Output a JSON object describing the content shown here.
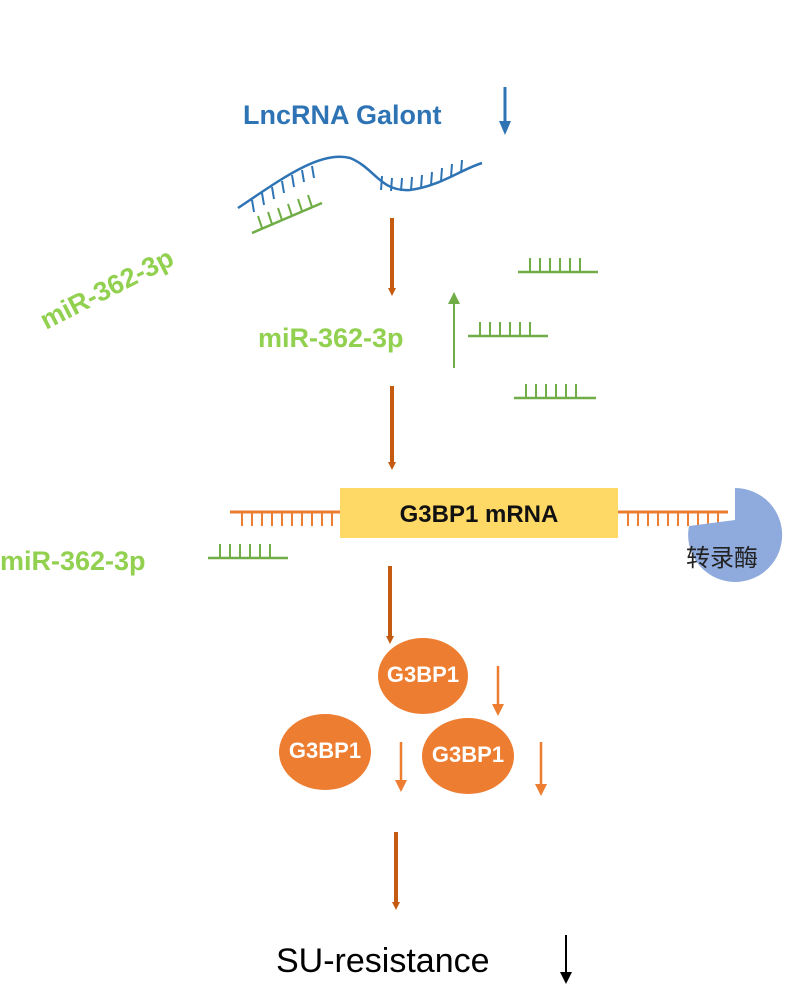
{
  "lncrna": {
    "label": "LncRNA Galont"
  },
  "mirna": {
    "label_rotated": "miR-362-3p",
    "label_middle": "miR-362-3p",
    "label_left": "miR-362-3p"
  },
  "mrna": {
    "label": "G3BP1 mRNA"
  },
  "enzyme": {
    "label": "转录酶"
  },
  "proteins": {
    "labels": [
      "G3BP1",
      "G3BP1",
      "G3BP1"
    ]
  },
  "outcome": {
    "label": "SU-resistance"
  },
  "colors": {
    "lncrna": "#2e74b5",
    "mirna": "#70ad47",
    "mirna_text": "#92d050",
    "flow_arrow": "#c55a11",
    "protein": "#ed7d31",
    "mrna_box": "#ffd966",
    "enzyme": "#8faadc"
  }
}
